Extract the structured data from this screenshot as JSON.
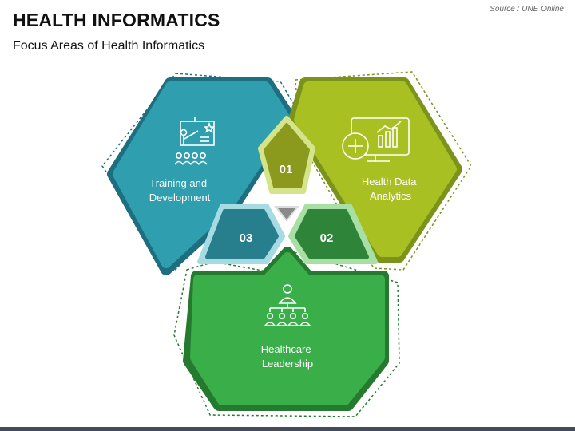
{
  "header": {
    "title": "HEALTH INFORMATICS",
    "subtitle": "Focus Areas of Health Informatics",
    "source": "Source : UNE Online"
  },
  "diagram": {
    "focus_areas": [
      {
        "number": "01",
        "label_lines": [
          "Health Data",
          "Analytics"
        ],
        "icon": "analytics-monitor-icon",
        "color": "#a9c023",
        "dark_color": "#7b931a",
        "number_color": "#8b9a1c"
      },
      {
        "number": "02",
        "label_lines": [
          "Healthcare",
          "Leadership"
        ],
        "icon": "leadership-hierarchy-icon",
        "color": "#3aae49",
        "dark_color": "#257a30",
        "number_color": "#2e8438"
      },
      {
        "number": "03",
        "label_lines": [
          "Training and",
          "Development"
        ],
        "icon": "training-presentation-icon",
        "color": "#2f9fb0",
        "dark_color": "#1d6e7e",
        "number_color": "#277f8e"
      }
    ],
    "center_icon": "triangle-down-icon"
  }
}
